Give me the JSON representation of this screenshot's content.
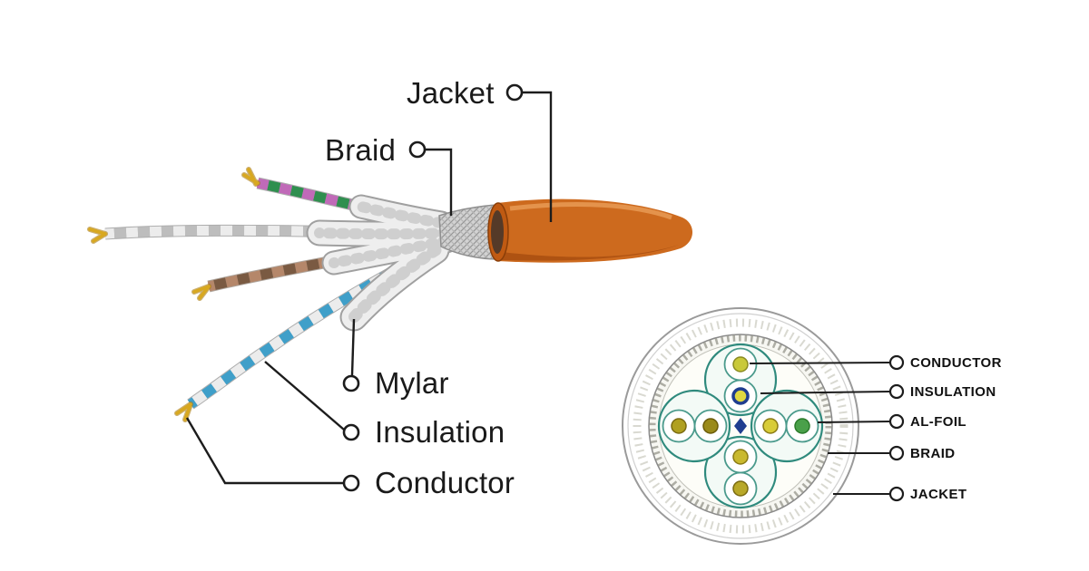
{
  "figure": {
    "description": "Network cable anatomy diagram with stripped side view and round cross-section"
  },
  "side_view": {
    "labels": [
      {
        "id": "jacket",
        "label": "Jacket"
      },
      {
        "id": "braid",
        "label": "Braid"
      },
      {
        "id": "mylar",
        "label": "Mylar"
      },
      {
        "id": "insulation",
        "label": "Insulation"
      },
      {
        "id": "conductor",
        "label": "Conductor"
      }
    ]
  },
  "cross_section": {
    "labels": [
      {
        "id": "conductor",
        "label": "CONDUCTOR"
      },
      {
        "id": "insulation",
        "label": "INSULATION"
      },
      {
        "id": "al_foil",
        "label": "AL-FOIL"
      },
      {
        "id": "braid",
        "label": "BRAID"
      },
      {
        "id": "jacket",
        "label": "JACKET"
      }
    ]
  },
  "colors": {
    "jacket_orange": "#cd6a1e",
    "jacket_orange_dark": "#a84e10",
    "jacket_cut_rim": "#c05a12",
    "jacket_cut_core": "#553a28",
    "braid_silver": "#d2d2d2",
    "mylar_white": "#eeeeee",
    "pair_green": "#2f8f4f",
    "pair_pink": "#c06ab8",
    "pair_white": "#ececec",
    "pair_gray": "#bdbdbd",
    "pair_brown_light": "#b5876a",
    "pair_brown_dark": "#7a5a42",
    "pair_blue": "#3f9fc9",
    "tip_gold": "#d8a820",
    "foil_teal": "#2f8a7d",
    "conductor_olive": "#b0a020",
    "conductor_yellow": "#c9c93a",
    "conductor_green": "#4aa04a",
    "conductor_blue": "#1f3d8f",
    "line_black": "#1c1c1c"
  }
}
